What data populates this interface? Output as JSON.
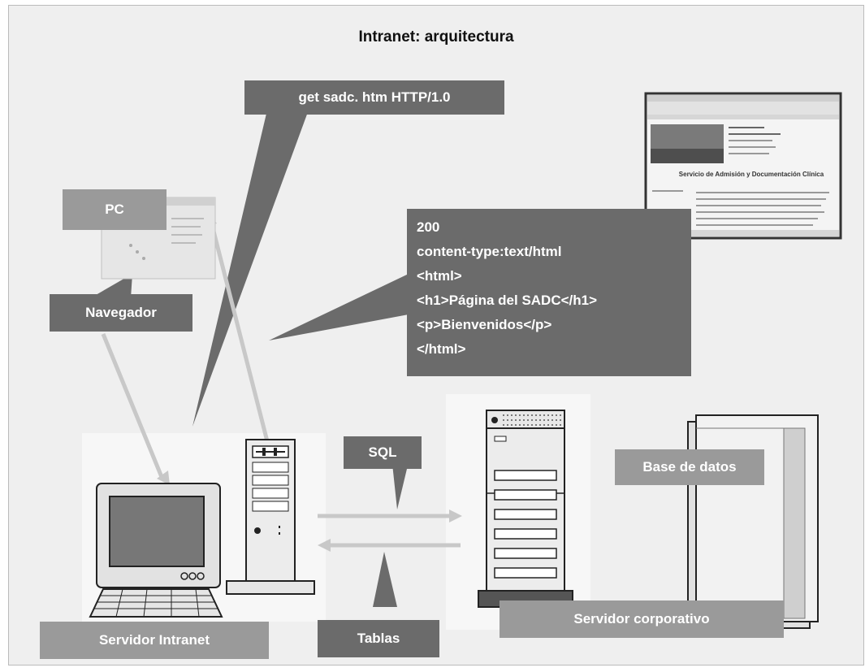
{
  "title": "Intranet: arquitectura",
  "labels": {
    "request": "get sadc. htm HTTP/1.0",
    "pc": "PC",
    "navegador": "Navegador",
    "sql": "SQL",
    "tablas": "Tablas",
    "base_datos": "Base de datos",
    "servidor_intranet": "Servidor Intranet",
    "servidor_corporativo": "Servidor corporativo"
  },
  "response_lines": [
    "200",
    "content-type:text/html",
    "<html>",
    "<h1>Página del SADC</h1>",
    "<p>Bienvenidos</p>",
    "</html>"
  ],
  "browser_page_title": "Servicio de Admisión y Documentación Clínica",
  "colors": {
    "box_dark": "#6b6b6b",
    "box_light": "#9a9a9a",
    "background": "#efefef"
  }
}
